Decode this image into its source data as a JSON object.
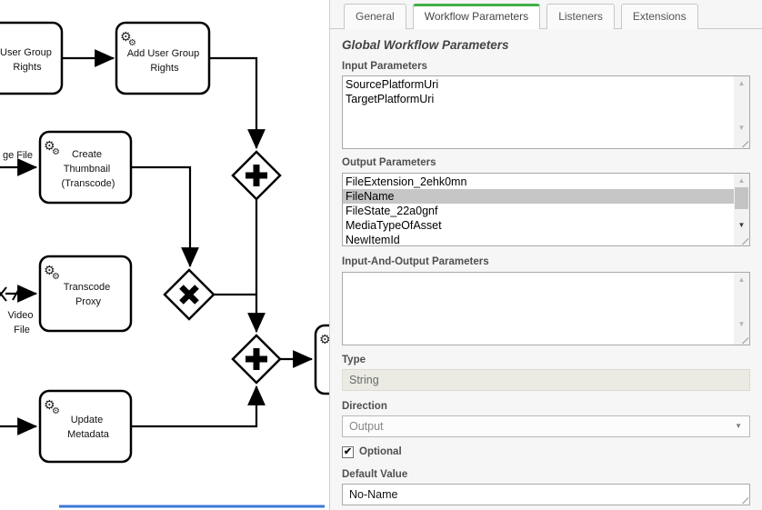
{
  "diagram": {
    "tasks": [
      {
        "name": "user-group-rights",
        "lines": [
          "User Group",
          "Rights"
        ]
      },
      {
        "name": "add-user-group-rights",
        "lines": [
          "Add User Group",
          "Rights"
        ]
      },
      {
        "name": "create-thumbnail",
        "lines": [
          "Create",
          "Thumbnail",
          "(Transcode)"
        ]
      },
      {
        "name": "transcode-proxy",
        "lines": [
          "Transcode",
          "Proxy"
        ]
      },
      {
        "name": "update-metadata",
        "lines": [
          "Update",
          "Metadata"
        ]
      }
    ],
    "edge_labels": {
      "image_file": "ge File",
      "video_file": [
        "Video",
        "File"
      ]
    },
    "gateways": [
      "parallel-plus",
      "exclusive-x",
      "parallel-plus"
    ]
  },
  "icons": {
    "service_task_gear": "⚙",
    "scroll_up": "▲",
    "scroll_down": "▼",
    "dropdown_caret": "▼",
    "checkmark": "✔"
  },
  "colors": {
    "active_tab_green": "#43b049",
    "selection_gray": "#c6c6c6",
    "blue_selection_line": "#3c78d8"
  },
  "panel": {
    "tabs": [
      {
        "label": "General",
        "active": false
      },
      {
        "label": "Workflow Parameters",
        "active": true
      },
      {
        "label": "Listeners",
        "active": false
      },
      {
        "label": "Extensions",
        "active": false
      }
    ],
    "title": "Global Workflow Parameters",
    "input_parameters": {
      "label": "Input Parameters",
      "items": [
        "SourcePlatformUri",
        "TargetPlatformUri"
      ]
    },
    "output_parameters": {
      "label": "Output Parameters",
      "items": [
        "FileExtension_2ehk0mn",
        "FileName",
        "FileState_22a0gnf",
        "MediaTypeOfAsset",
        "NewItemId"
      ],
      "selected": "FileName"
    },
    "input_and_output_parameters": {
      "label": "Input-And-Output Parameters",
      "items": []
    },
    "type_field": {
      "label": "Type",
      "value": "String",
      "disabled": true
    },
    "direction_field": {
      "label": "Direction",
      "value": "Output"
    },
    "optional_checkbox": {
      "label": "Optional",
      "checked": true
    },
    "default_value_field": {
      "label": "Default Value",
      "value": "No-Name"
    }
  }
}
